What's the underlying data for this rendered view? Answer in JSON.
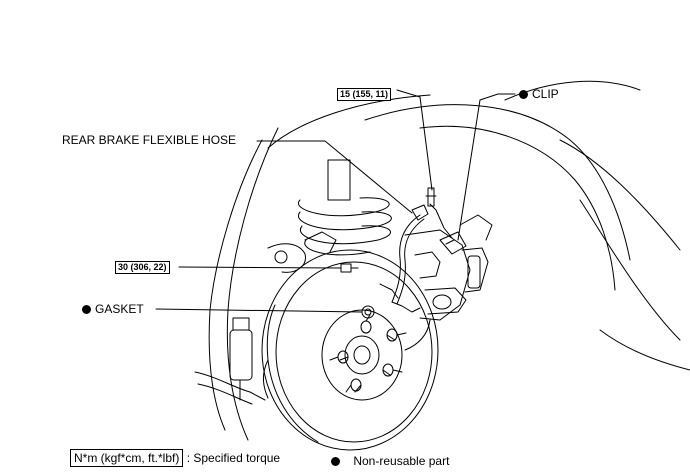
{
  "labels": {
    "torque_upper": "15 (155, 11)",
    "torque_lower": "30 (306, 22)",
    "clip": "CLIP",
    "hose": "REAR BRAKE FLEXIBLE HOSE",
    "gasket": "GASKET"
  },
  "legend": {
    "torque_unit": "N*m (kgf*cm, ft.*lbf)",
    "torque_text": ": Specified torque",
    "nonreusable_text": "Non-reusable part"
  }
}
